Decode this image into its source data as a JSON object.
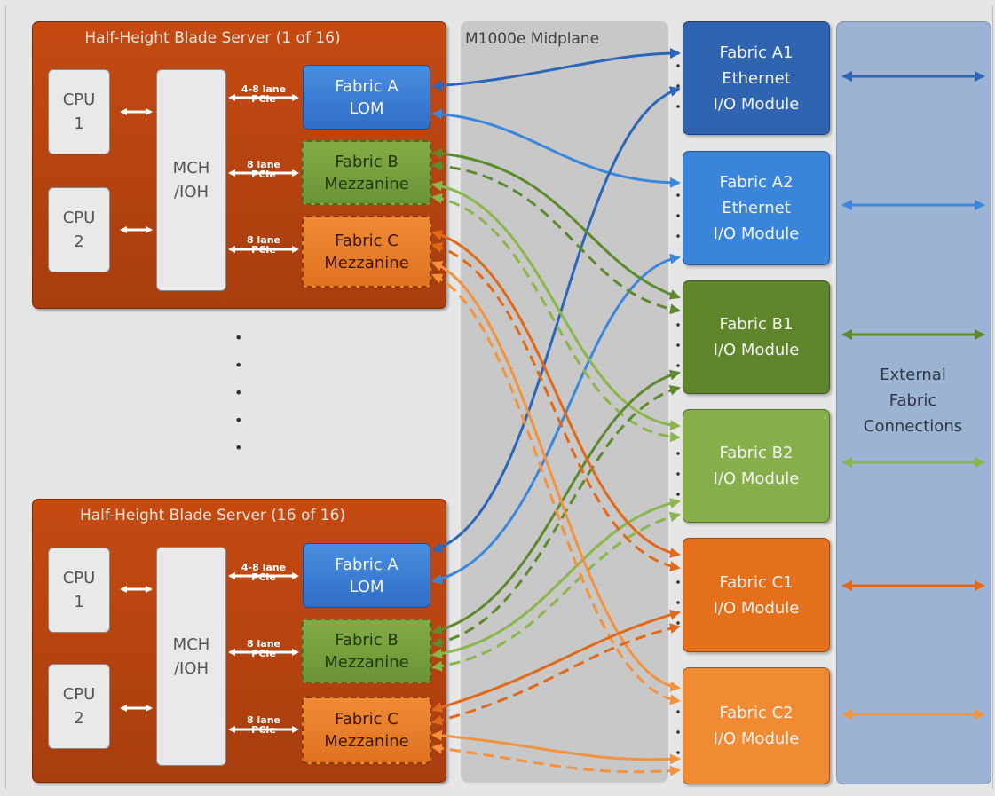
{
  "midplane": {
    "label": "M1000e Midplane"
  },
  "external": {
    "label": "External\nFabric\nConnections"
  },
  "blades": [
    {
      "title": "Half-Height Blade Server (1 of 16)",
      "cpu1": "CPU\n1",
      "cpu2": "CPU\n2",
      "mch": "MCH\n/IOH",
      "fabric_a": "Fabric A\nLOM",
      "fabric_b": "Fabric B\nMezzanine",
      "fabric_c": "Fabric C\nMezzanine",
      "lane_a": [
        "4-8 lane",
        "PCIe"
      ],
      "lane_b": [
        "8 lane",
        "PCIe"
      ],
      "lane_c": [
        "8 lane",
        "PCIe"
      ]
    },
    {
      "title": "Half-Height Blade Server (16 of 16)",
      "cpu1": "CPU\n1",
      "cpu2": "CPU\n2",
      "mch": "MCH\n/IOH",
      "fabric_a": "Fabric A\nLOM",
      "fabric_b": "Fabric B\nMezzanine",
      "fabric_c": "Fabric C\nMezzanine",
      "lane_a": [
        "4-8 lane",
        "PCIe"
      ],
      "lane_b": [
        "8 lane",
        "PCIe"
      ],
      "lane_c": [
        "8 lane",
        "PCIe"
      ]
    }
  ],
  "io_modules": [
    {
      "label": "Fabric A1\nEthernet\nI/O Module",
      "color": "#2e64b0"
    },
    {
      "label": "Fabric A2\nEthernet\nI/O Module",
      "color": "#3a85da"
    },
    {
      "label": "Fabric B1\nI/O Module",
      "color": "#5f862b"
    },
    {
      "label": "Fabric B2\nI/O Module",
      "color": "#86ae4a"
    },
    {
      "label": "Fabric C1\nI/O Module",
      "color": "#e4701c"
    },
    {
      "label": "Fabric C2\nI/O Module",
      "color": "#f08a33"
    }
  ],
  "colors": {
    "fabric_a_dark": "#2b66b8",
    "fabric_a_light": "#3a87dc",
    "fabric_b_dark": "#5d8a2c",
    "fabric_b_light": "#8ab64c",
    "fabric_c_dark": "#e06a1a",
    "fabric_c_light": "#f3933e"
  }
}
